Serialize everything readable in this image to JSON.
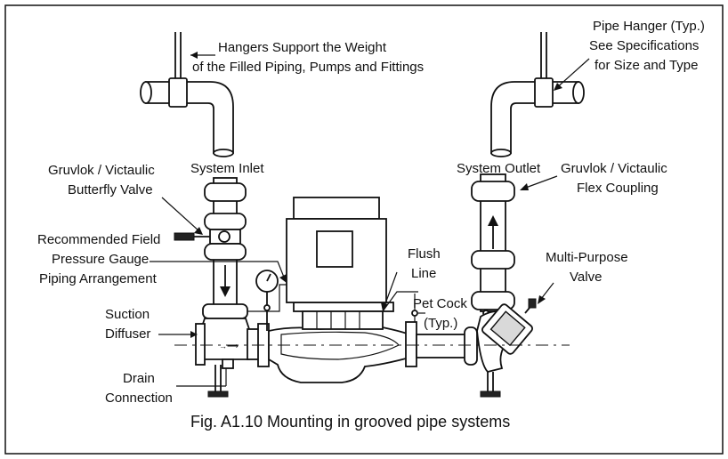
{
  "labels": {
    "hangers_line1": "Hangers Support the Weight",
    "hangers_line2": "of the Filled Piping, Pumps and Fittings",
    "pipe_hanger_line1": "Pipe Hanger (Typ.)",
    "pipe_hanger_line2": "See Specifications",
    "pipe_hanger_line3": "for Size and Type",
    "system_inlet": "System Inlet",
    "system_outlet": "System Outlet",
    "butterfly_line1": "Gruvlok / Victaulic",
    "butterfly_line2": "Butterfly Valve",
    "flex_line1": "Gruvlok / Victaulic",
    "flex_line2": "Flex Coupling",
    "gauge_line1": "Recommended Field",
    "gauge_line2": "Pressure Gauge",
    "gauge_line3": "Piping Arrangement",
    "flush_line1": "Flush",
    "flush_line2": "Line",
    "petcock_line1": "Pet Cock",
    "petcock_line2": "(Typ.)",
    "multipurpose_line1": "Multi-Purpose",
    "multipurpose_line2": "Valve",
    "suction_line1": "Suction",
    "suction_line2": "Diffuser",
    "drain_line1": "Drain",
    "drain_line2": "Connection"
  },
  "caption": "Fig. A1.10  Mounting in grooved pipe systems",
  "colors": {
    "line": "#111111",
    "background": "#ffffff"
  }
}
